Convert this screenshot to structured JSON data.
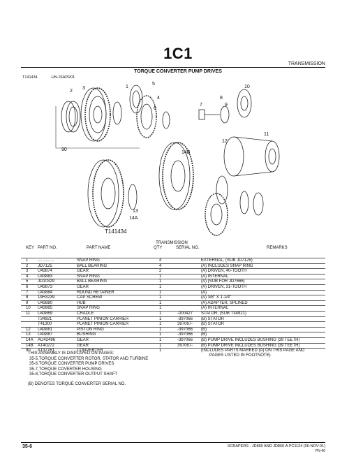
{
  "header": {
    "title": "1C1",
    "section": "TRANSMISSION",
    "subtitle": "TORQUE CONVERTER PUMP DRIVES",
    "figure_id": "T141434",
    "figure_date": "-UN-26APR01"
  },
  "illustration": {
    "callouts": [
      "1",
      "2",
      "3",
      "4",
      "5",
      "6",
      "7",
      "8",
      "9",
      "10",
      "11",
      "12",
      "13",
      "14A",
      "14B",
      "90"
    ],
    "figure_label": "T141434"
  },
  "columns": {
    "key": "KEY",
    "part_no": "PART NO.",
    "part_name": "PART NAME",
    "qty": "QTY",
    "serial_group": "TRANSMISSION",
    "serial_no": "SERIAL NO.",
    "remarks": "REMARKS"
  },
  "parts": [
    {
      "key": "1",
      "part": "..............",
      "name": "SNAP RING",
      "qty": "4",
      "serial": "",
      "remarks": "EXTERNAL, (SUB JD7125)"
    },
    {
      "key": "2",
      "part": "JD7125",
      "name": "BALL BEARING",
      "qty": "4",
      "serial": "",
      "remarks": "(A) INCLUDES SNAP RING"
    },
    {
      "key": "3",
      "part": "U43874",
      "name": "GEAR",
      "qty": "2",
      "serial": "",
      "remarks": "(A) DRIVEN, 40-TOOTH"
    },
    {
      "key": "4",
      "part": "U43883",
      "name": "SNAP RING",
      "qty": "1",
      "serial": "",
      "remarks": "(A) INTERNAL"
    },
    {
      "key": "5",
      "part": "JD10329",
      "name": "BALL BEARING",
      "qty": "1",
      "serial": "",
      "remarks": "(A) (SUB FOR JD7666)"
    },
    {
      "key": "6",
      "part": "U43873",
      "name": "GEAR",
      "qty": "1",
      "serial": "",
      "remarks": "(A) DRIVEN, 31-TOOTH"
    },
    {
      "key": "7",
      "part": "U43884",
      "name": "ROUND RETAINER",
      "qty": "1",
      "serial": "",
      "remarks": "(A)"
    },
    {
      "key": "8",
      "part": "19H3239",
      "name": "CAP SCREW",
      "qty": "1",
      "serial": "",
      "remarks": "(A) 3/8\" X 1-1/4\""
    },
    {
      "key": "9",
      "part": "U43880",
      "name": "HUB",
      "qty": "1",
      "serial": "",
      "remarks": "(A) ADAPTER, SPLINED"
    },
    {
      "key": "10",
      "part": "U43885",
      "name": "SNAP RING",
      "qty": "1",
      "serial": "",
      "remarks": "(A) INTERNAL"
    },
    {
      "key": "11",
      "part": "U43869",
      "name": "CRADLE",
      "qty": "1",
      "serial": "-000427",
      "remarks": "STATOR, (SUB T34921)"
    },
    {
      "key": "",
      "part": "T34921",
      "name": "PLANET PINION CARRIER",
      "qty": "1",
      "serial": "-397066",
      "remarks": "(B) STATOR"
    },
    {
      "key": "",
      "part": "T41300",
      "name": "PLANET PINION CARRIER",
      "qty": "1",
      "serial": "397067-",
      "remarks": "(B) STATOR"
    },
    {
      "key": "12",
      "part": "U43881",
      "name": "PISTON RING",
      "qty": "1",
      "serial": "-397066",
      "remarks": "(B)"
    },
    {
      "key": "13",
      "part": "U43887",
      "name": "BUSHING",
      "qty": "1",
      "serial": "-397066",
      "remarks": "(B)"
    },
    {
      "key": "14A",
      "part": "AU42496",
      "name": "GEAR",
      "qty": "1",
      "serial": "-397066",
      "remarks": "(B) PUMP DRIVE INCLUDES BUSHING (39 TEETH)"
    },
    {
      "key": "14B",
      "part": "AT40272",
      "name": "GEAR",
      "qty": "1",
      "serial": "397067-",
      "remarks": "(B) PUMP DRIVE INCLUDES BUSHING (39 TEETH)"
    },
    {
      "key": "90",
      "part": "AT37761",
      "name": "CONVERTER",
      "qty": "1",
      "serial": "",
      "remarks": "(INCLUDES PARTS MARKED (A) ON THIS PAGE AND"
    }
  ],
  "parts_continuation": "PAGES LISTED IN FOOTNOTE)",
  "notes": {
    "intro": "THIS ASSEMBLY IS DISPLAYED ON PAGES:",
    "pages": [
      "35-5,TORQUE CONVERTER ROTOR, STATOR AND TURBINE",
      "35-6,TORQUE CONVERTER PUMP DRIVES",
      "35-7,TORQUE COVERTER HOUSING",
      "35-8,TORQUE CONVERTER OUTPUT SHAFT"
    ],
    "serial_note": "(B) DENOTES TORQUE CONVERTER SERIAL NO."
  },
  "footer": {
    "page": "35-6",
    "product": "SCRAPERS - JD860 AND JD860-A  PC1124  (06-NOV-01)",
    "code": "PN-40"
  }
}
